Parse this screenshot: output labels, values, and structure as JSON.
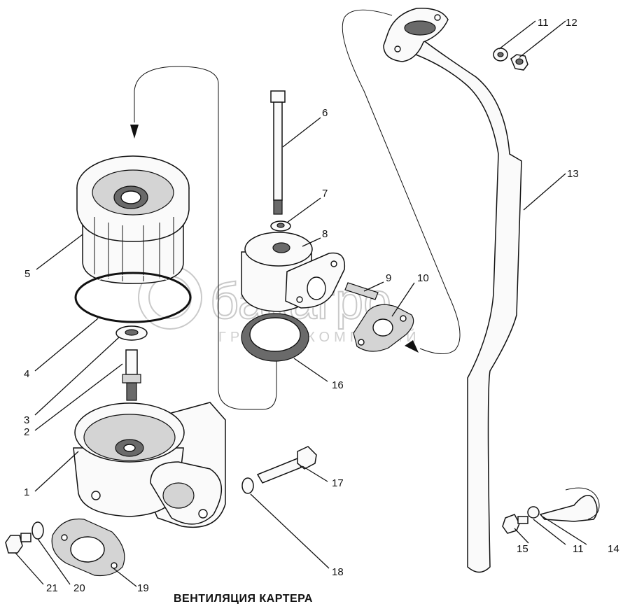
{
  "caption": "ВЕНТИЛЯЦИЯ КАРТЕРА",
  "watermark": {
    "brand": "бакагро",
    "subtitle": "ГРУППА КОМПАНИЙ"
  },
  "labels": {
    "p1": "1",
    "p2": "2",
    "p3": "3",
    "p4": "4",
    "p5": "5",
    "p6": "6",
    "p7": "7",
    "p8": "8",
    "p9": "9",
    "p10": "10",
    "p11a": "11",
    "p11b": "11",
    "p12": "12",
    "p13": "13",
    "p14": "14",
    "p15": "15",
    "p16": "16",
    "p17": "17",
    "p18": "18",
    "p19": "19",
    "p20": "20",
    "p21": "21"
  },
  "colors": {
    "ink": "#111111",
    "shade": "#d4d4d4",
    "watermark": "#c9c9c9"
  }
}
